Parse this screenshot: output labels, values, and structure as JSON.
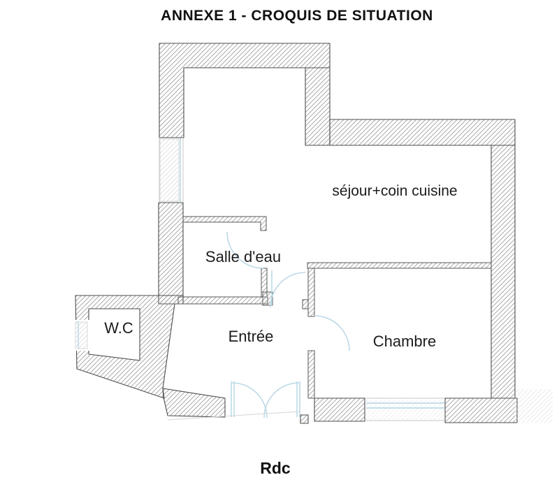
{
  "title": "ANNEXE 1 - CROQUIS DE SITUATION",
  "floor_label": "Rdc",
  "rooms": {
    "living": "séjour+coin cuisine",
    "bathroom": "Salle d'eau",
    "wc": "W.C",
    "entry": "Entrée",
    "bedroom": "Chambre"
  },
  "colors": {
    "wall_outline": "#4d4d4d",
    "wall_hatch": "#9b9b9b",
    "wall_hatch_light": "#dcdcdc",
    "door_window_blue": "#b4d6e4",
    "text": "#1c1c1c",
    "background": "#ffffff"
  }
}
